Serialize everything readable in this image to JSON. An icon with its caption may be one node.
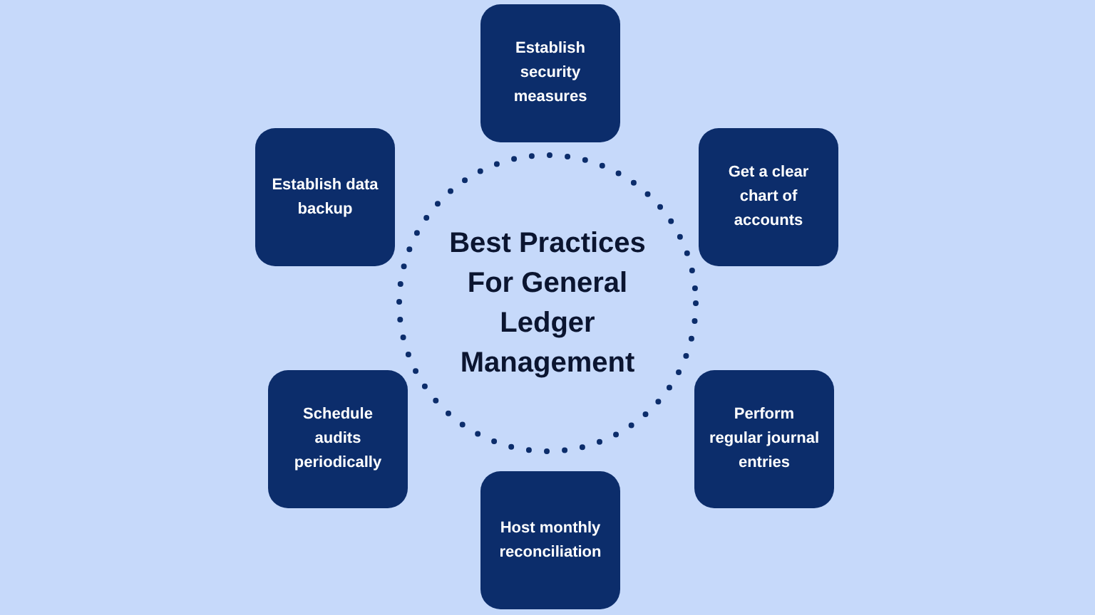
{
  "diagram": {
    "nodes": [
      {
        "text": [
          "Best Practices For General Ledger Management"
        ]
      },
      {
        "text": [
          "Establish security measures"
        ]
      },
      {
        "text": [
          "Get a clear chart of accounts"
        ]
      },
      {
        "text": [
          "Perform regular journal entries"
        ]
      },
      {
        "text": [
          "Host monthly reconciliation"
        ]
      },
      {
        "text": [
          "Schedule audits periodically"
        ]
      },
      {
        "text": [
          "Establish data backup"
        ]
      }
    ],
    "edges": []
  }
}
